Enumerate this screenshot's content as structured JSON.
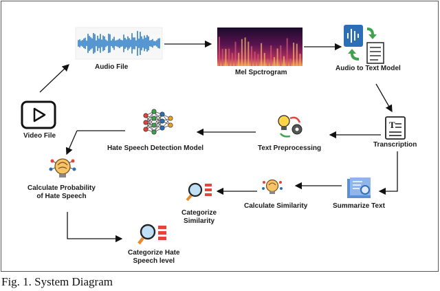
{
  "nodes": {
    "audio_file": "Audio File",
    "mel_spectrogram": "Mel Spctrogram",
    "audio_to_text_model": "Audio to Text Model",
    "video_file": "Video File",
    "transcription": "Transcription",
    "text_preprocessing": "Text Preprocessing",
    "hate_speech_detection_model": "Hate Speech Detection Model",
    "calculate_probability_line1": "Calculate Probability",
    "calculate_probability_line2": "of Hate Speech",
    "summarize_text": "Summarize Text",
    "calculate_similarity": "Calculate Similarity",
    "categorize_similarity_line1": "Categorize",
    "categorize_similarity_line2": "Similarity",
    "categorize_hate_line1": "Categorize Hate",
    "categorize_hate_line2": "Speech level"
  },
  "caption": "Fig. 1. System Diagram",
  "colors": {
    "waveform": "#2e7fc8",
    "arrow": "#111111",
    "accent_orange": "#f08a24",
    "accent_green": "#3fa34d",
    "accent_blue": "#2c6fb7"
  },
  "icons": {
    "video": "play-video-icon",
    "audio": "audio-waveform-icon",
    "spectrogram": "spectrogram-image",
    "audio_to_text": "audio-to-document-icon",
    "transcription": "text-document-icon",
    "preprocessing": "lightbulb-gear-icon",
    "model": "neural-network-icon",
    "probability": "brain-lightbulb-icon",
    "summarize": "document-magnifier-icon",
    "similarity": "brain-lightbulb-icon",
    "categorize": "magnifier-list-icon"
  }
}
